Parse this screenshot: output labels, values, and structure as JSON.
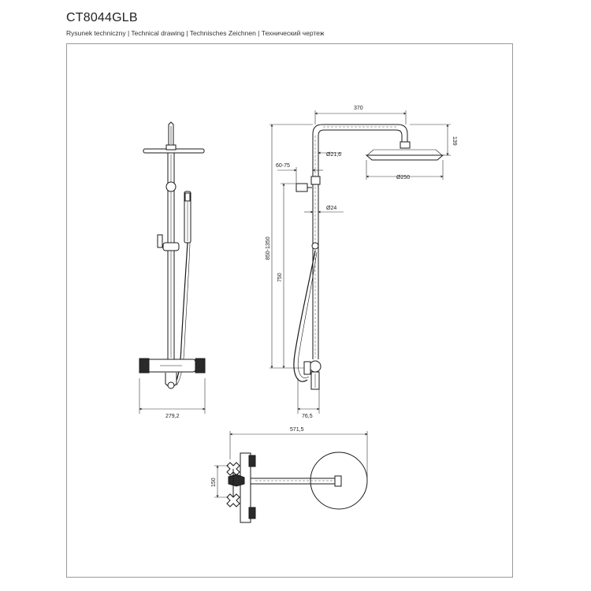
{
  "header": {
    "model_code": "CT8044GLB",
    "subtitle": "Rysunek techniczny | Technical drawing | Technisches Zeichnen | Технический чертеж"
  },
  "dimensions": {
    "front_width": "279,2",
    "top_arm": "370",
    "head_height": "139",
    "pipe_diameter_upper": "Ø21,6",
    "head_diameter": "Ø250",
    "handle_offset": "60-75",
    "pipe_diameter_lower": "Ø24",
    "total_height": "850-1350",
    "lower_height": "750",
    "wall_offset": "76,5",
    "plan_width": "571,5",
    "plan_depth": "150"
  },
  "colors": {
    "line": "#1a1a1a",
    "dim_line": "#333333",
    "frame": "#9a9a9a",
    "fill_dark": "#2a2a2a"
  }
}
